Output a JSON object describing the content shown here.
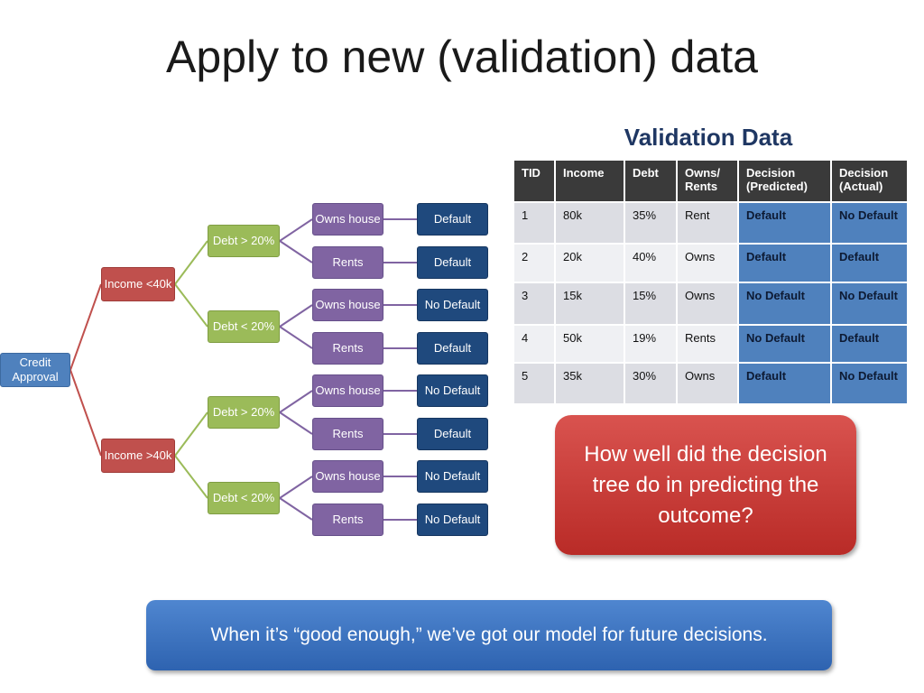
{
  "slide": {
    "title": "Apply to new (validation) data"
  },
  "tree": {
    "root": "Credit Approval",
    "income_low": "Income <40k",
    "income_high": "Income >40k",
    "debt": [
      "Debt > 20%",
      "Debt < 20%",
      "Debt > 20%",
      "Debt < 20%"
    ],
    "ownership": [
      "Owns house",
      "Rents",
      "Owns house",
      "Rents",
      "Owns house",
      "Rents",
      "Owns house",
      "Rents"
    ],
    "outcomes": [
      "Default",
      "Default",
      "No Default",
      "Default",
      "No Default",
      "Default",
      "No Default",
      "No Default"
    ]
  },
  "validation": {
    "title": "Validation Data",
    "columns": [
      "TID",
      "Income",
      "Debt",
      "Owns/ Rents",
      "Decision (Predicted)",
      "Decision (Actual)"
    ],
    "rows": [
      [
        "1",
        "80k",
        "35%",
        "Rent",
        "Default",
        "No Default"
      ],
      [
        "2",
        "20k",
        "40%",
        "Owns",
        "Default",
        "Default"
      ],
      [
        "3",
        "15k",
        "15%",
        "Owns",
        "No Default",
        "No Default"
      ],
      [
        "4",
        "50k",
        "19%",
        "Rents",
        "No Default",
        "Default"
      ],
      [
        "5",
        "35k",
        "30%",
        "Owns",
        "Default",
        "No Default"
      ]
    ]
  },
  "callouts": {
    "question": "How well did the decision tree do in predicting the outcome?",
    "conclusion": "When it’s “good enough,” we’ve got our model for future decisions."
  },
  "colors": {
    "root": "#4f81bd",
    "income": "#c0504d",
    "debt": "#9bbb59",
    "ownership": "#8064a2",
    "outcome": "#1f497d"
  }
}
